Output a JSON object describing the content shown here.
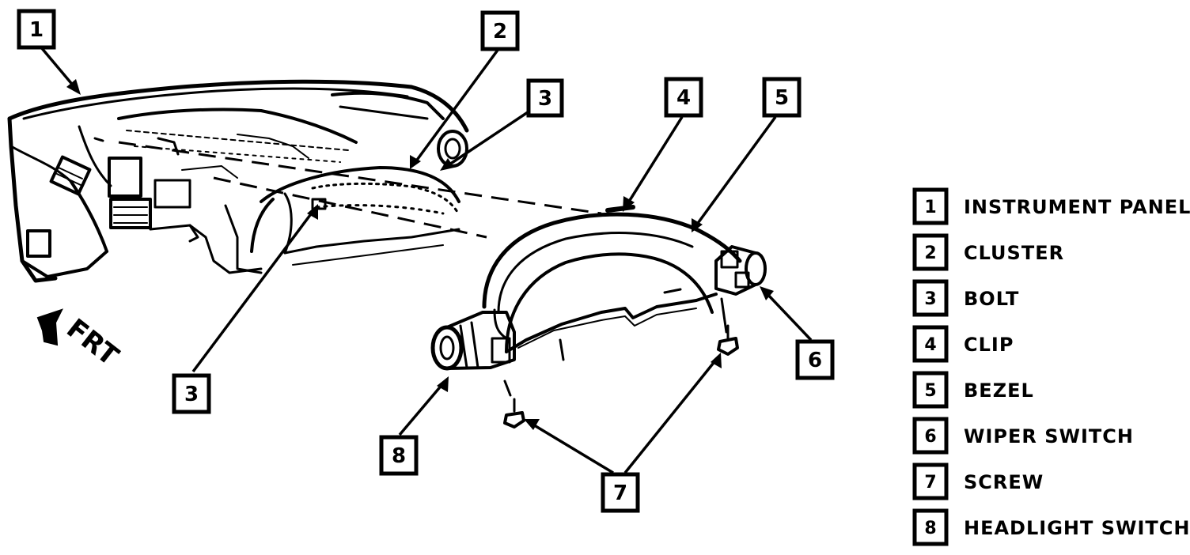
{
  "callouts": [
    {
      "id": "c1",
      "number": "1"
    },
    {
      "id": "c2",
      "number": "2"
    },
    {
      "id": "c3a",
      "number": "3"
    },
    {
      "id": "c3b",
      "number": "3"
    },
    {
      "id": "c4",
      "number": "4"
    },
    {
      "id": "c5",
      "number": "5"
    },
    {
      "id": "c6",
      "number": "6"
    },
    {
      "id": "c7",
      "number": "7"
    },
    {
      "id": "c8",
      "number": "8"
    }
  ],
  "legend": [
    {
      "number": "1",
      "label": "INSTRUMENT PANEL"
    },
    {
      "number": "2",
      "label": "CLUSTER"
    },
    {
      "number": "3",
      "label": "BOLT"
    },
    {
      "number": "4",
      "label": "CLIP"
    },
    {
      "number": "5",
      "label": "BEZEL"
    },
    {
      "number": "6",
      "label": "WIPER SWITCH"
    },
    {
      "number": "7",
      "label": "SCREW"
    },
    {
      "number": "8",
      "label": "HEADLIGHT SWITCH"
    }
  ],
  "direction_label": "FRT",
  "colors": {
    "ink": "#000000",
    "paper": "#ffffff"
  }
}
